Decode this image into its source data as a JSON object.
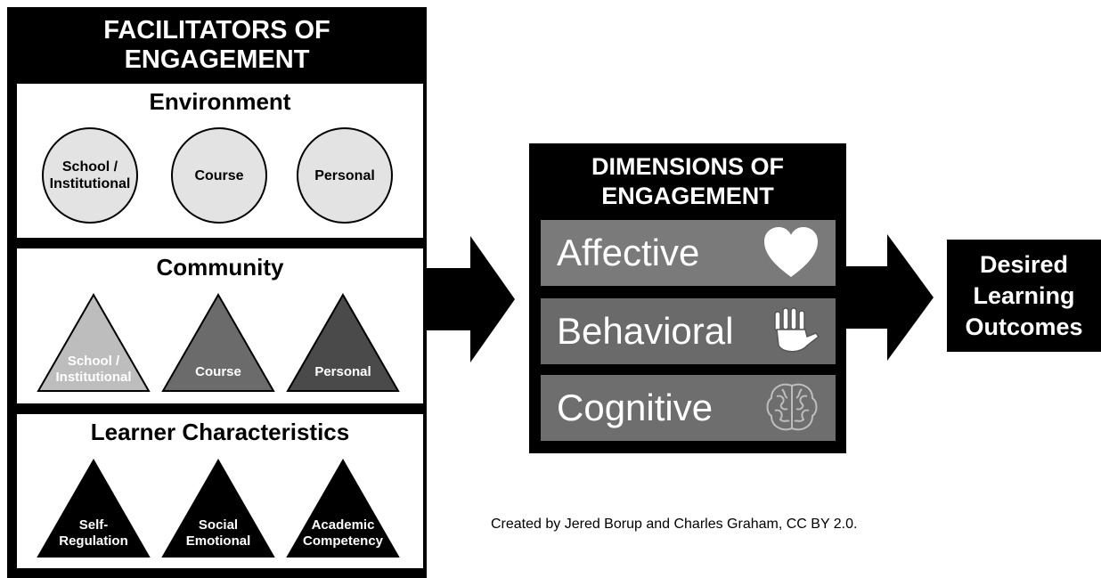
{
  "facilitators": {
    "title_line1": "FACILITATORS OF",
    "title_line2": "ENGAGEMENT",
    "environment": {
      "title": "Environment",
      "items": [
        {
          "line1": "School /",
          "line2": "Institutional"
        },
        {
          "line1": "Course",
          "line2": ""
        },
        {
          "line1": "Personal",
          "line2": ""
        }
      ]
    },
    "community": {
      "title": "Community",
      "items": [
        {
          "line1": "School /",
          "line2": "Institutional"
        },
        {
          "line1": "Course",
          "line2": ""
        },
        {
          "line1": "Personal",
          "line2": ""
        }
      ]
    },
    "learner": {
      "title": "Learner Characteristics",
      "items": [
        {
          "line1": "Self-",
          "line2": "Regulation"
        },
        {
          "line1": "Social",
          "line2": "Emotional"
        },
        {
          "line1": "Academic",
          "line2": "Competency"
        }
      ]
    }
  },
  "dimensions": {
    "title_line1": "DIMENSIONS OF",
    "title_line2": "ENGAGEMENT",
    "items": [
      {
        "label": "Affective",
        "icon": "heart-icon",
        "color": "#7a7a7a"
      },
      {
        "label": "Behavioral",
        "icon": "hand-icon",
        "color": "#6a6a6a"
      },
      {
        "label": "Cognitive",
        "icon": "brain-icon",
        "color": "#6e6e6e"
      }
    ]
  },
  "outcomes": {
    "line1": "Desired",
    "line2": "Learning",
    "line3": "Outcomes"
  },
  "credit": "Created by Jered Borup and Charles Graham, CC BY 2.0.",
  "colors": {
    "community_triangles": [
      "#bdbdbd",
      "#6b6b6b",
      "#4a4a4a"
    ],
    "learner_triangles": [
      "#000000",
      "#000000",
      "#000000"
    ],
    "environment_circle": "#e3e3e3"
  }
}
